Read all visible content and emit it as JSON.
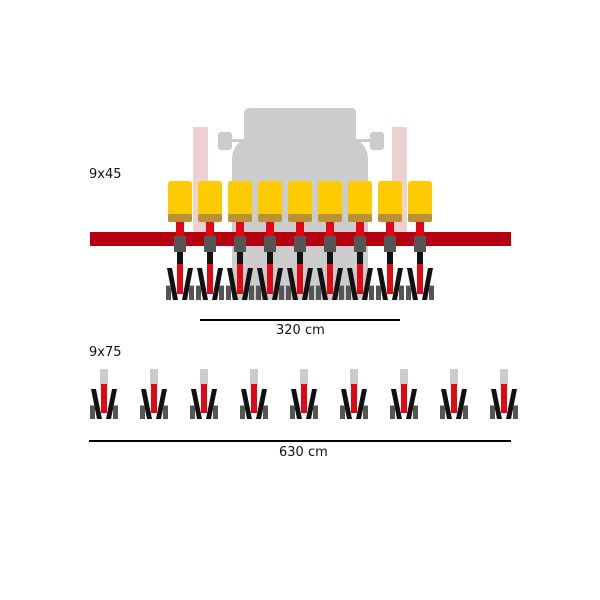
{
  "config_top": {
    "label": "9x45",
    "rows": 9,
    "width_label": "320 cm"
  },
  "config_bottom": {
    "label": "9x75",
    "rows": 9,
    "width_label": "630 cm"
  },
  "colors": {
    "hopper": "#fdcb00",
    "hopper_base": "#b8913a",
    "frame": "#b5000f",
    "coulter": "#e30613",
    "disc": "#111111",
    "tractor": "#cccccc",
    "wheel": "#ecd0d2"
  }
}
